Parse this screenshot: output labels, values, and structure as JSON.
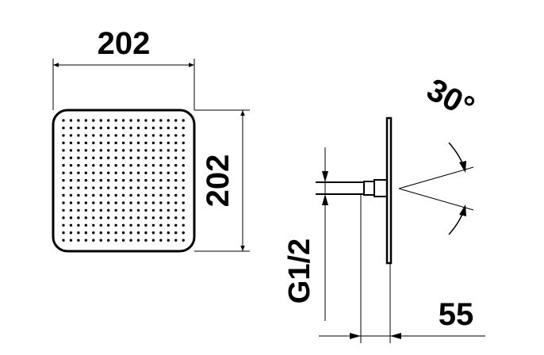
{
  "front_view": {
    "width_label": "202",
    "height_label": "202"
  },
  "side_view": {
    "angle_label": "30°",
    "thread_label": "G1/2",
    "depth_label": "55"
  },
  "colors": {
    "line": "#000000",
    "background": "#ffffff"
  }
}
